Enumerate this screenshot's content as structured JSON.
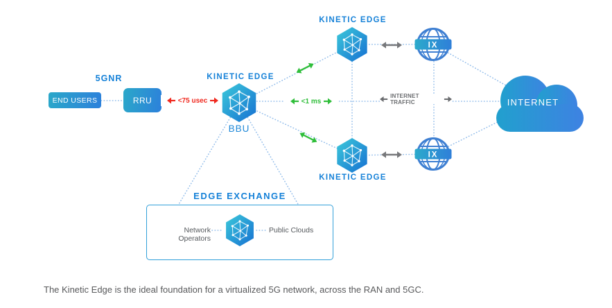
{
  "nodes": {
    "gnr_label": "5GNR",
    "end_users": "END USERS",
    "rru": "RRU",
    "bbu": {
      "title": "KINETIC EDGE",
      "label": "BBU"
    },
    "edge_top": {
      "title": "KINETIC EDGE"
    },
    "edge_bottom": {
      "title": "KINETIC EDGE"
    },
    "ix_label": "IX",
    "internet": "INTERNET",
    "edge_exchange": {
      "title": "EDGE EXCHANGE",
      "left": "Network Operators",
      "right": "Public Clouds"
    }
  },
  "links": {
    "fronthaul_latency": "<75 usec",
    "edge_latency": "<1 ms",
    "internet_traffic": "INTERNET TRAFFIC"
  },
  "caption": "The Kinetic Edge is the ideal foundation for a virtualized 5G network, across the RAN and 5GC.",
  "colors": {
    "title_blue": "#1581D8",
    "gradient_teal": "#2BA8C9",
    "gradient_blue": "#2C80DB",
    "latency_red": "#F0281E",
    "latency_green": "#2FBE3A",
    "traffic_gray": "#6A6C6F",
    "dotted_line": "#8FBBEA"
  }
}
